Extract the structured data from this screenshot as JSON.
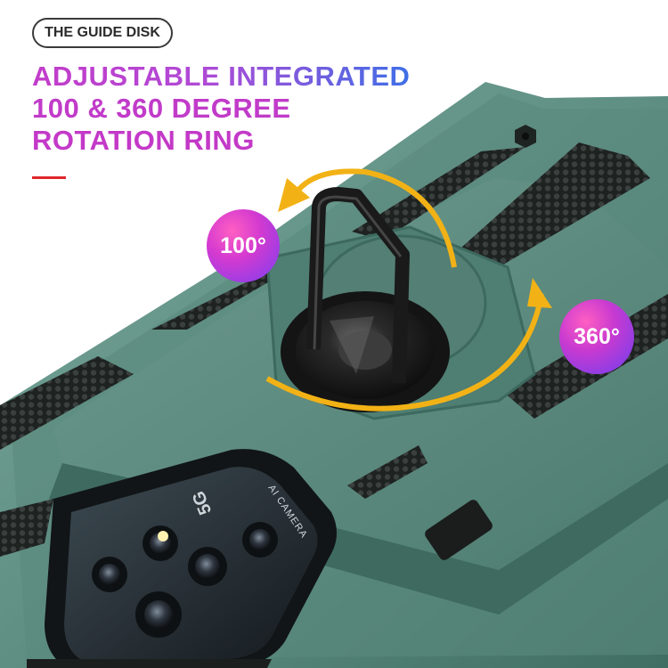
{
  "tag_label": "THE GUIDE DISK",
  "headline": {
    "line1": "ADJUSTABLE INTEGRATED",
    "line2": "100 & 360 DEGREE",
    "line3": "ROTATION RING"
  },
  "badges": {
    "left": "100°",
    "right": "360°"
  },
  "phone_print": {
    "network": "5G",
    "camera_label": "AI CAMERA"
  },
  "colors": {
    "case": "#5f8f83",
    "case_dark": "#3e6a5f",
    "ring": "#1b1b1b",
    "arrow": "#f2b216",
    "accent_pink": "#c13bc9",
    "accent_blue": "#3f6fe6",
    "accent_red": "#e0262b"
  }
}
